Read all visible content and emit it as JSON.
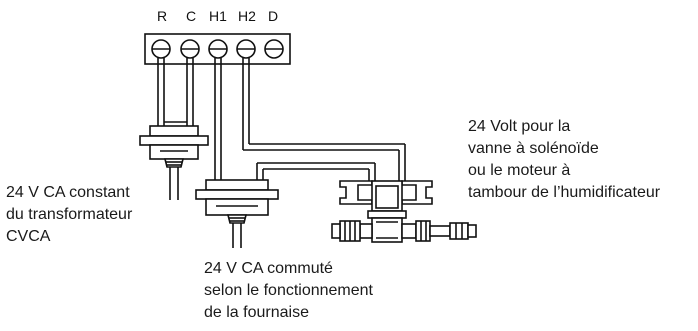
{
  "terminals": [
    "R",
    "C",
    "H1",
    "H2",
    "D"
  ],
  "labels": {
    "transformer": [
      "24 V CA constant",
      "du transformateur",
      "CVCA"
    ],
    "switched": [
      "24 V CA commuté",
      "selon le fonctionnement",
      "de la fournaise"
    ],
    "solenoid": [
      "24 Volt pour la",
      "vanne à solénoïde",
      "ou le moteur à",
      "tambour de l’humidificateur"
    ]
  }
}
